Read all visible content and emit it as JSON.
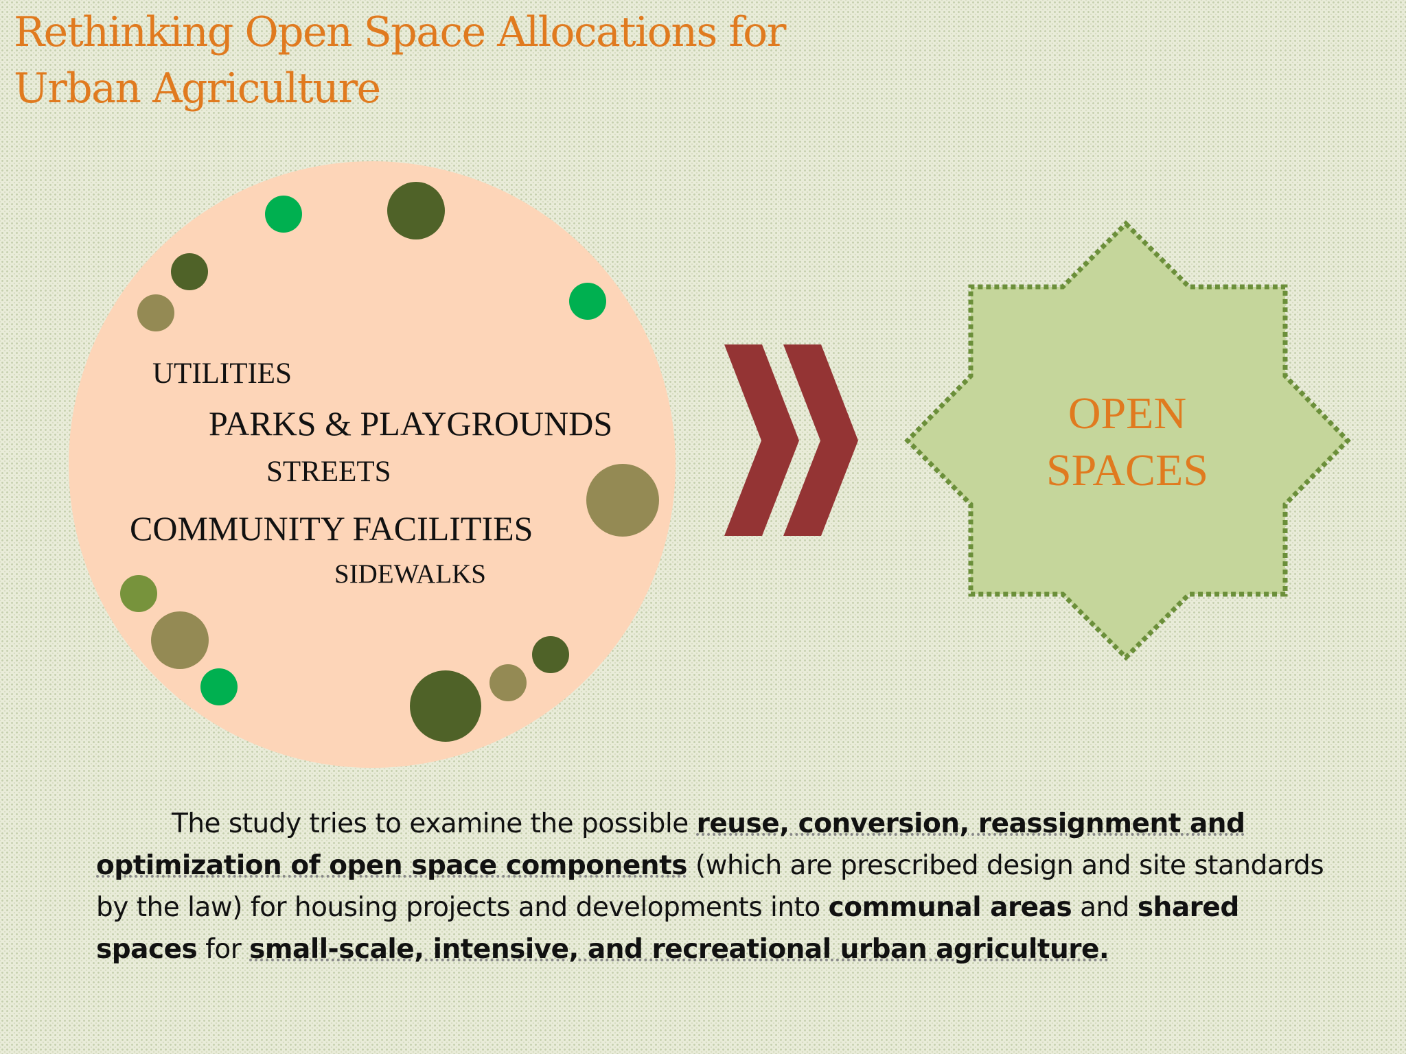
{
  "slide": {
    "title": "Rethinking Open Space Allocations for Urban Agriculture"
  },
  "diagram": {
    "circle_labels": {
      "utilities": "UTILITIES",
      "parks": "PARKS & PLAYGROUNDS",
      "streets": "STREETS",
      "community": "COMMUNITY FACILITIES",
      "sidewalks": "SIDEWALKS"
    },
    "star_label_line1": "OPEN",
    "star_label_line2": "SPACES",
    "colors": {
      "circle_fill": "#fdd5b8",
      "chevron": "#943434",
      "star_fill": "#c5d69b",
      "star_border": "#6b8f3a",
      "dot_bright_green": "#00b050",
      "dot_dark_olive": "#4f6228",
      "dot_khaki": "#948a54",
      "dot_olive_green": "#77933c",
      "title": "#e07a1f"
    }
  },
  "body": {
    "p1": "The study tries to examine the possible ",
    "b1": "reuse, conversion, reassignment and optimization of open space components",
    "p2": " (which are prescribed design and site standards by the law) for housing projects and developments into ",
    "b2": "communal areas",
    "p3": " and ",
    "b3": "shared spaces",
    "p4": " for ",
    "b4": "small-scale, intensive, and recreational urban agriculture."
  }
}
